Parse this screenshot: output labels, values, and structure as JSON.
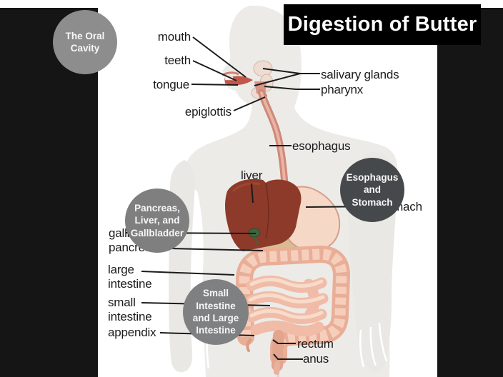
{
  "title": {
    "text": "Digestion of Butter"
  },
  "overlays": [
    {
      "id": "oral-cavity",
      "lines": [
        "The Oral",
        "Cavity"
      ],
      "color": "#8d8d8d"
    },
    {
      "id": "esophagus-stomach",
      "lines": [
        "Esophagus",
        "and",
        "Stomach"
      ],
      "color": "#46494b"
    },
    {
      "id": "pancreas-liver-gallbladder",
      "lines": [
        "Pancreas,",
        "Liver, and",
        "Gallbladder"
      ],
      "color": "#7f7f7f"
    },
    {
      "id": "small-large-intestine",
      "lines": [
        "Small",
        "Intestine",
        "and Large",
        "Intestine"
      ],
      "color": "#7f8081"
    }
  ],
  "diagram": {
    "labels": [
      {
        "id": "mouth",
        "text": "mouth"
      },
      {
        "id": "teeth",
        "text": "teeth"
      },
      {
        "id": "tongue",
        "text": "tongue"
      },
      {
        "id": "epiglottis",
        "text": "epiglottis"
      },
      {
        "id": "salivary-glands",
        "text": "salivary glands"
      },
      {
        "id": "pharynx",
        "text": "pharynx"
      },
      {
        "id": "esophagus",
        "text": "esophagus"
      },
      {
        "id": "liver",
        "text": "liver"
      },
      {
        "id": "stomach",
        "text": "stomach"
      },
      {
        "id": "gallbladder",
        "text": "gallbladder"
      },
      {
        "id": "pancreas",
        "text": "pancreas"
      },
      {
        "id": "large-intestine",
        "text": "large intestine"
      },
      {
        "id": "small-intestine",
        "text": "small intestine"
      },
      {
        "id": "appendix",
        "text": "appendix"
      },
      {
        "id": "rectum",
        "text": "rectum"
      },
      {
        "id": "anus",
        "text": "anus"
      }
    ]
  },
  "colors": {
    "letterbox": "#151515",
    "banner": "#000000",
    "slide": "#ffffff",
    "body_silhouette": "#ecebe8",
    "liver": "#8d3a2a",
    "stomach": "#f6d8c6",
    "intestine": "#f0bca7",
    "colon": "#e9ae97",
    "gallbladder": "#3c663c",
    "pancreas_organ": "#d9bd90",
    "label_text": "#1b1b1b"
  }
}
